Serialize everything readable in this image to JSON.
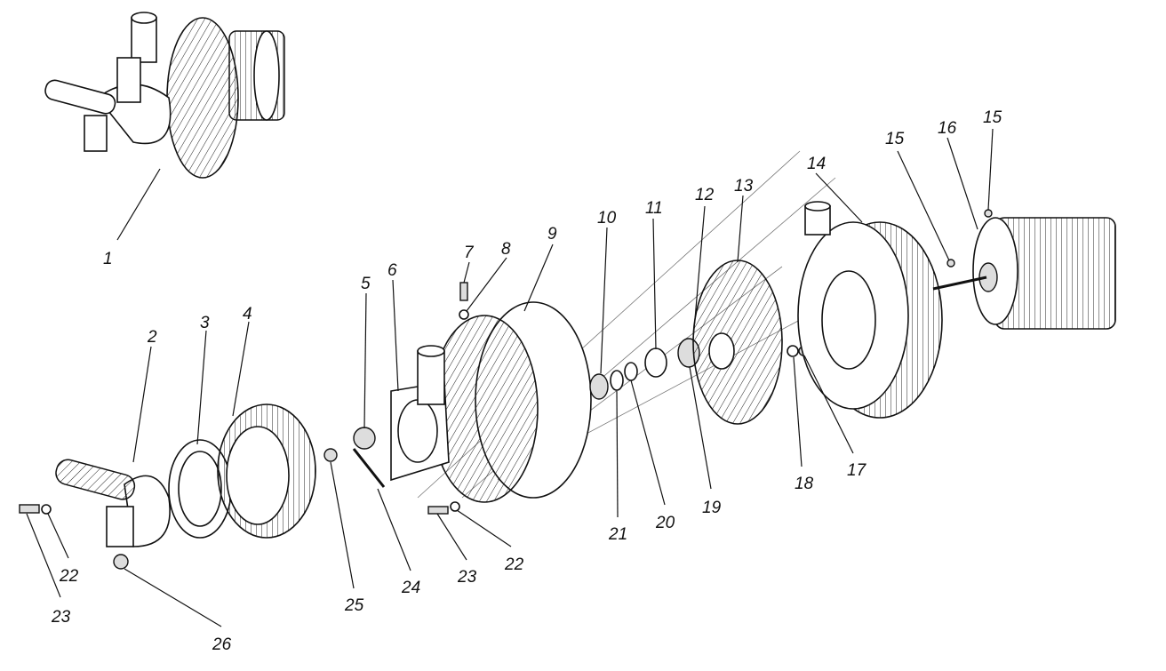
{
  "diagram": {
    "type": "exploded-view assembly drawing",
    "callouts": [
      "1",
      "2",
      "3",
      "4",
      "5",
      "6",
      "7",
      "8",
      "9",
      "10",
      "11",
      "12",
      "13",
      "14",
      "15",
      "16",
      "15",
      "17",
      "18",
      "19",
      "20",
      "21",
      "22",
      "23",
      "22",
      "23",
      "24",
      "25",
      "26"
    ]
  }
}
